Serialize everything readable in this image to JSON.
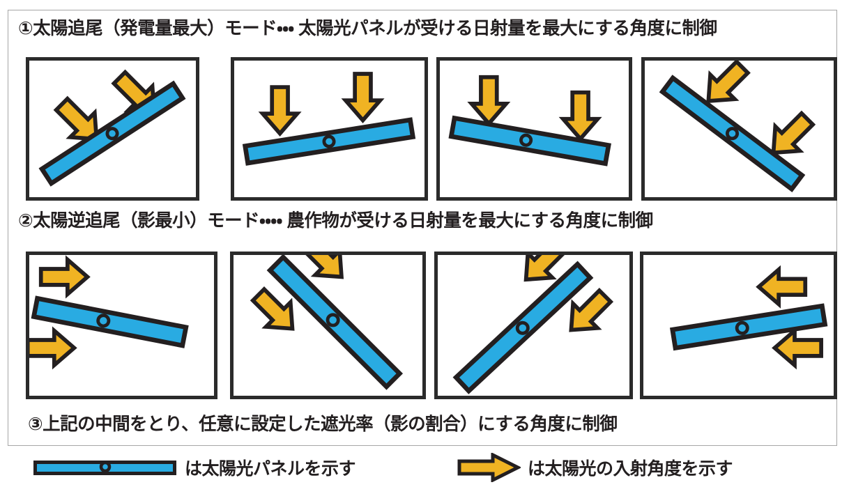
{
  "colors": {
    "panel_blue": "#29abe2",
    "arrow_yellow": "#f0b323",
    "outline_dark": "#231f20",
    "box_border": "#2b2b2b",
    "frame_gray": "#a6a6a6",
    "background": "#ffffff"
  },
  "sections": {
    "heading_1": "①太陽追尾（発電量最大）モード・・・ 太陽光パネルが受ける日射量を最大にする角度に制御",
    "heading_2": "②太陽逆追尾（影最小）モード・・・・ 農作物が受ける日射量を最大にする角度に制御",
    "heading_3": "③上記の中間をとり、任意に設定した遮光率（影の割合）にする角度に制御"
  },
  "legend": {
    "panel_label": "は太陽光パネルを示す",
    "arrow_label": "は太陽光の入射角度を示す",
    "panel_icon": "solar-panel-bar-icon",
    "arrow_icon": "sun-ray-arrow-icon"
  },
  "row1": {
    "name": "solar-tracking-mode-sequence",
    "panels": [
      {
        "id": "row1-panel-1",
        "panel_angle_deg": -33,
        "panel_length": 235,
        "arrow_angle_deg": 45,
        "arrow_count": 2,
        "description": "morning: panel tilted east, sun low from upper-left"
      },
      {
        "id": "row1-panel-2",
        "panel_angle_deg": -9,
        "panel_length": 250,
        "arrow_angle_deg": 90,
        "arrow_count": 2,
        "description": "mid-morning: panel near flat, sun high"
      },
      {
        "id": "row1-panel-3",
        "panel_angle_deg": 10,
        "panel_length": 250,
        "arrow_angle_deg": 90,
        "arrow_count": 2,
        "description": "afternoon: panel near flat tilting west, sun high"
      },
      {
        "id": "row1-panel-4",
        "panel_angle_deg": 37,
        "panel_length": 245,
        "arrow_angle_deg": 135,
        "arrow_count": 2,
        "description": "evening: panel tilted west, sun low from upper-right"
      }
    ]
  },
  "row2": {
    "name": "reverse-tracking-mode-sequence",
    "panels": [
      {
        "id": "row2-panel-1",
        "panel_angle_deg": 11,
        "panel_length": 250,
        "arrow_angle_deg": 0,
        "arrow_count": 2,
        "description": "morning: panel edge-on to low eastern sun"
      },
      {
        "id": "row2-panel-2",
        "panel_angle_deg": 45,
        "panel_length": 250,
        "arrow_angle_deg": 45,
        "arrow_count": 2,
        "description": "mid-morning: panel parallel to sun rays"
      },
      {
        "id": "row2-panel-3",
        "panel_angle_deg": -43,
        "panel_length": 250,
        "arrow_angle_deg": 135,
        "arrow_count": 2,
        "description": "afternoon: panel parallel to sun rays"
      },
      {
        "id": "row2-panel-4",
        "panel_angle_deg": -9,
        "panel_length": 250,
        "arrow_angle_deg": 180,
        "arrow_count": 2,
        "description": "evening: panel edge-on to low western sun"
      }
    ]
  }
}
